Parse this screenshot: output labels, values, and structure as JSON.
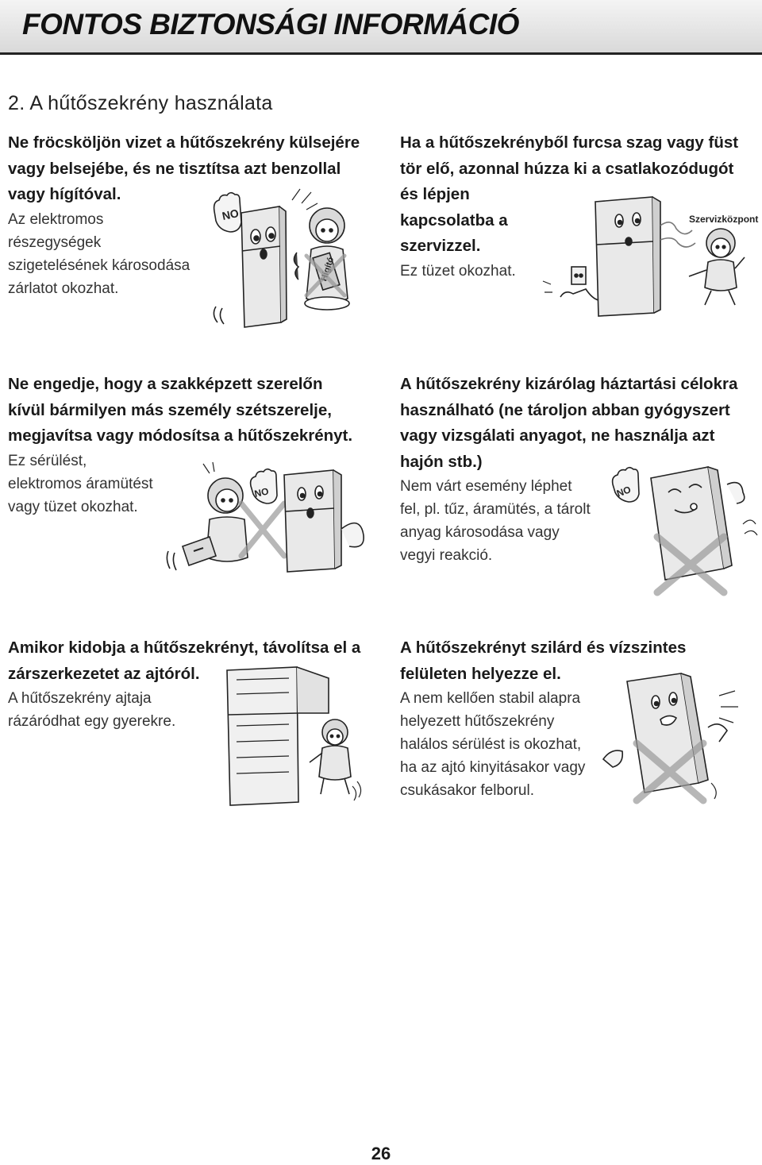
{
  "header": {
    "title": "FONTOS BIZTONSÁGI INFORMÁCIÓ"
  },
  "section": {
    "title": "2. A hűtőszekrény használata"
  },
  "items": [
    {
      "heading": [
        "Ne fröcsköljön vizet a hűtőszekrény külsejére",
        "vagy belsejébe, és ne tisztítsa azt benzollal",
        "vagy hígítóval."
      ],
      "note": [
        "Az elektromos",
        "részegységek",
        "szigetelésének károsodása",
        "zárlatot okozhat."
      ],
      "labels": {
        "no_sign": "NO",
        "bottle": "Hígító"
      }
    },
    {
      "heading": [
        "Ha a hűtőszekrényből furcsa szag vagy füst",
        "tör elő, azonnal húzza ki a csatlakozódugót",
        "és lépjen",
        "kapcsolatba a",
        "szervizzel."
      ],
      "note": [
        "Ez tüzet okozhat."
      ],
      "labels": {
        "service": "Szervizközpont"
      }
    },
    {
      "heading": [
        "Ne engedje, hogy a szakképzett szerelőn",
        "kívül bármilyen más személy szétszerelje,",
        "megjavítsa vagy módosítsa a hűtőszekrényt."
      ],
      "note": [
        "Ez sérülést,",
        "elektromos áramütést",
        "vagy tüzet okozhat."
      ],
      "labels": {
        "no_sign": "NO"
      }
    },
    {
      "heading": [
        "A hűtőszekrény kizárólag háztartási célokra",
        "használható (ne tároljon abban gyógyszert",
        "vagy vizsgálati anyagot, ne használja azt",
        "hajón stb.)"
      ],
      "note": [
        "Nem várt esemény léphet",
        "fel, pl. tűz, áramütés, a tárolt",
        "anyag károsodása vagy",
        "vegyi reakció."
      ],
      "labels": {
        "no_sign": "NO"
      }
    },
    {
      "heading": [
        "Amikor kidobja a hűtőszekrényt, távolítsa el a",
        "zárszerkezetet az ajtóról."
      ],
      "note": [
        "A hűtőszekrény ajtaja",
        "rázáródhat egy gyerekre."
      ]
    },
    {
      "heading": [
        "A hűtőszekrényt szilárd és vízszintes",
        "felületen helyezze el."
      ],
      "note": [
        "A nem kellően stabil alapra",
        "helyezett hűtőszekrény",
        "halálos sérülést is okozhat,",
        "ha az ajtó kinyitásakor vagy",
        "csukásakor felborul."
      ]
    }
  ],
  "page": {
    "number": "26"
  }
}
